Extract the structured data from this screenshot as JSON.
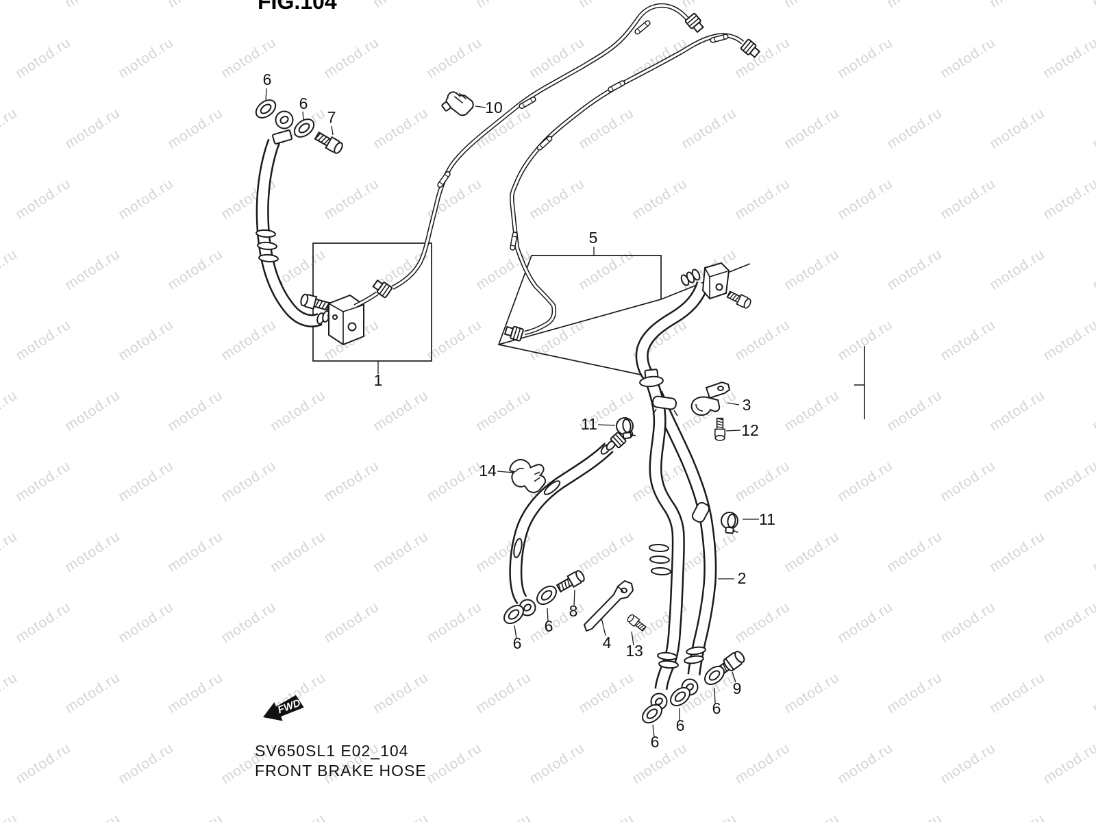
{
  "figure": {
    "title": "FIG.104",
    "model_code": "SV650SL1 E02_104",
    "name": "FRONT BRAKE HOSE"
  },
  "watermark": {
    "text": "motod.ru",
    "color": "#d4d4d4"
  },
  "direction_label": "FWD",
  "part_labels": {
    "front_brake_hose_assy": "1",
    "front_brake_hose_no2": "2",
    "hose_bracket": "3",
    "hose_guide_bracket": "4",
    "brake_pipe_assy": "5",
    "washer": "6",
    "union_bolt_upper": "7",
    "union_bolt_left": "8",
    "union_bolt_right": "9",
    "pipe_clamp": "10",
    "hose_clamp": "11",
    "bracket_bolt": "12",
    "guide_bolt": "13",
    "hose_clip": "14"
  }
}
